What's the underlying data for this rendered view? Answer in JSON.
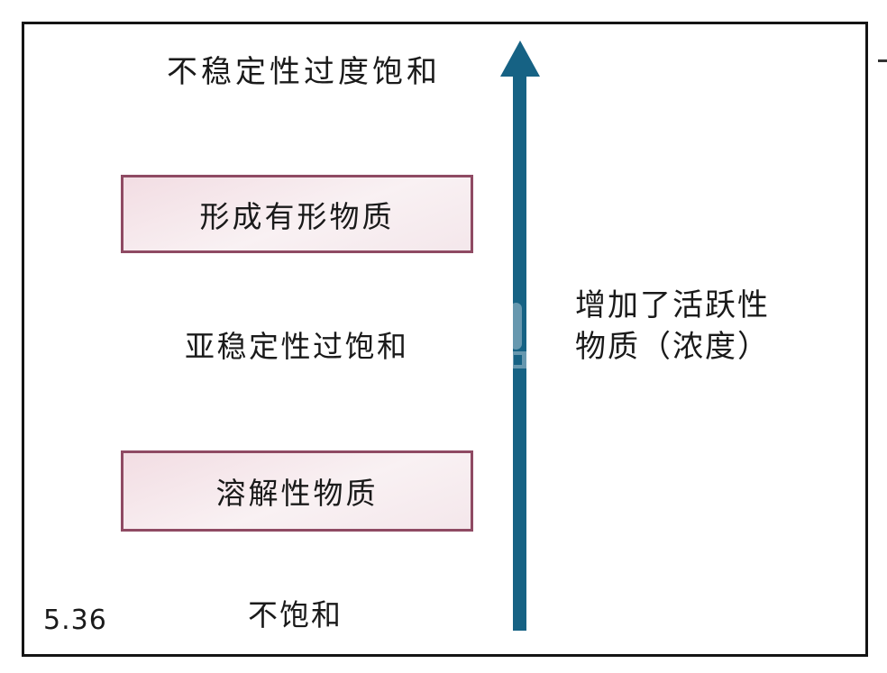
{
  "figure": {
    "number": "5.36",
    "levels": {
      "top": "不稳定性过度饱和",
      "middle": "亚稳定性过饱和",
      "bottom": "不饱和"
    },
    "boxes": {
      "upper": "形成有形物质",
      "lower": "溶解性物质"
    },
    "arrow_annotation": {
      "line1": "增加了活跃性",
      "line2": "物质（浓度）"
    },
    "icons": {
      "arrow": "up-arrow-icon"
    },
    "colors": {
      "arrow": "#166284",
      "box_border": "#8f4a63",
      "box_fill_top": "#f2dde3",
      "box_fill_bottom": "#f4e7eb",
      "frame_border": "#141414",
      "text": "#1a1a1a"
    }
  }
}
